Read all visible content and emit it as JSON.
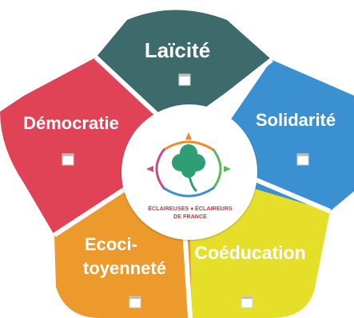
{
  "diagram": {
    "segments": [
      {
        "id": "laicite",
        "label_lines": [
          "Laïcité"
        ],
        "color": "#3d6b6c"
      },
      {
        "id": "solidarite",
        "label_lines": [
          "Solidarité"
        ],
        "color": "#3a90d1"
      },
      {
        "id": "coeducation",
        "label_lines": [
          "Coéducation"
        ],
        "color": "#e6df2a"
      },
      {
        "id": "ecocitoyennete",
        "label_lines": [
          "Ecoci-",
          "toyenneté"
        ],
        "color": "#ec9a2b"
      },
      {
        "id": "democratie",
        "label_lines": [
          "Démocratie"
        ],
        "color": "#e04355"
      }
    ],
    "logo": {
      "text_line1": "ÉCLAIREUSES ♦ ÉCLAIREURS",
      "text_line2": "DE FRANCE",
      "brand_color": "#d63448",
      "clover_color": "#2f9e74",
      "compass_colors": [
        "#f08a2b",
        "#5cb85c",
        "#3a90d1",
        "#c94a8e"
      ]
    },
    "checkbox_icon": "checkbox-icon"
  }
}
